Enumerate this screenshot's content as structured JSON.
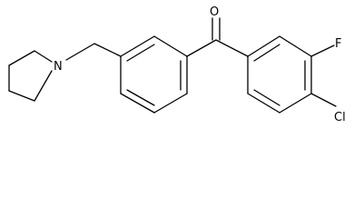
{
  "molecule": {
    "atoms": {
      "oxygen": "O",
      "nitrogen": "N",
      "fluorine": "F",
      "chlorine": "Cl"
    },
    "colors": {
      "bond": "#000000",
      "label": "#000000",
      "background": "#ffffff"
    }
  }
}
